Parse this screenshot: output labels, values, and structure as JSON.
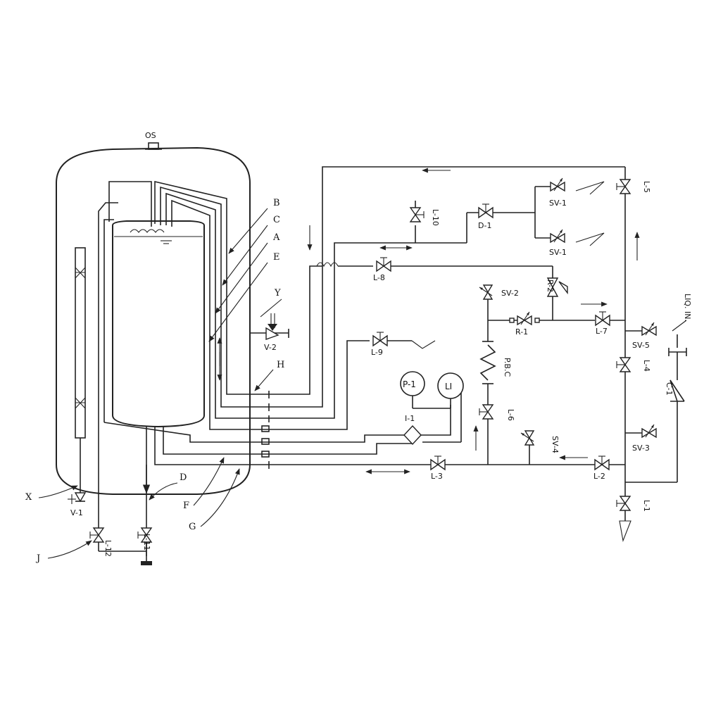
{
  "labels": {
    "os": "OS",
    "ref_b": "B",
    "ref_c": "C",
    "ref_a": "A",
    "ref_e": "E",
    "ref_y": "Y",
    "ref_h": "H",
    "ref_x": "X",
    "ref_j": "J",
    "ref_d": "D",
    "ref_f": "F",
    "ref_g": "G",
    "v2": "V-2",
    "v1": "V-1",
    "l1": "L-1",
    "l2": "L-2",
    "l3": "L-3",
    "l4": "L-4",
    "l5": "L-5",
    "l6": "L-6",
    "l7": "L-7",
    "l8": "L-8",
    "l9": "L-9",
    "l10": "L-10",
    "l11": "L-11",
    "l12": "L-12",
    "sv1_top": "SV-1",
    "sv1_bot": "SV-1",
    "sv2": "SV-2",
    "sv3": "SV-3",
    "sv4": "SV-4",
    "sv5": "SV-5",
    "d1": "D-1",
    "r1": "R-1",
    "r2": "R-2",
    "c1": "C-1",
    "i1": "I-1",
    "p1": "P-1",
    "li": "LI",
    "pbc": "P.B.C",
    "liq_in": "LIQ. IN."
  }
}
